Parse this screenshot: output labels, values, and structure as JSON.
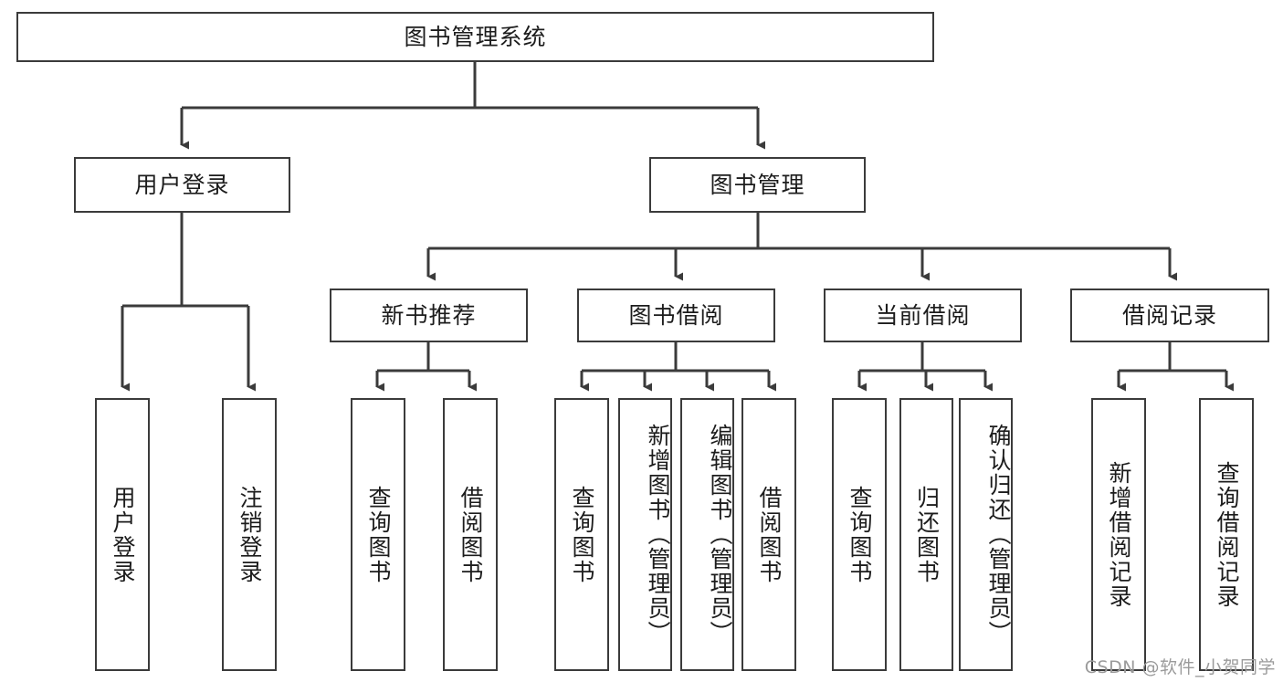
{
  "diagram": {
    "title": "图书管理系统",
    "watermark": "CSDN @软件_小贺同学",
    "accent_color": "#3b3b3b",
    "background_color": "#ffffff",
    "nodes": {
      "root": "图书管理系统",
      "level1": [
        "用户登录",
        "图书管理"
      ],
      "level2": [
        "新书推荐",
        "图书借阅",
        "当前借阅",
        "借阅记录"
      ],
      "leaves": {
        "user_login": [
          "用户登录",
          "注销登录"
        ],
        "new_book_recommend": [
          "查询图书",
          "借阅图书"
        ],
        "book_borrow": [
          "查询图书",
          "新增图书（管理员）",
          "编辑图书（管理员）",
          "借阅图书"
        ],
        "current_borrow": [
          "查询图书",
          "归还图书",
          "确认归还（管理员）"
        ],
        "borrow_record": [
          "新增借阅记录",
          "查询借阅记录"
        ]
      }
    }
  }
}
